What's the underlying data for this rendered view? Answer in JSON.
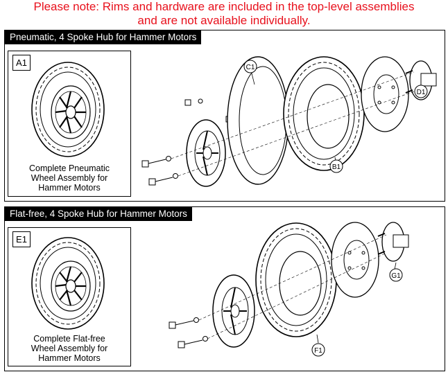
{
  "notice": {
    "line1": "Please note: Rims and hardware are included in the top-level assemblies",
    "line2": "and are not available individually."
  },
  "colors": {
    "notice": "#e8101c",
    "header_bg": "#000000",
    "header_text": "#ffffff"
  },
  "sections": [
    {
      "title": "Pneumatic, 4 Spoke Hub for Hammer Motors",
      "assembly_code": "A1",
      "caption_lines": [
        "Complete Pneumatic",
        "Wheel Assembly for",
        "Hammer Motors"
      ],
      "callouts": {
        "tube": "C1",
        "tire": "B1",
        "hub": "D1"
      }
    },
    {
      "title": "Flat-free, 4 Spoke Hub for Hammer Motors",
      "assembly_code": "E1",
      "caption_lines": [
        "Complete Flat-free",
        "Wheel Assembly for",
        "Hammer Motors"
      ],
      "callouts": {
        "tire": "F1",
        "hub": "G1"
      }
    }
  ]
}
